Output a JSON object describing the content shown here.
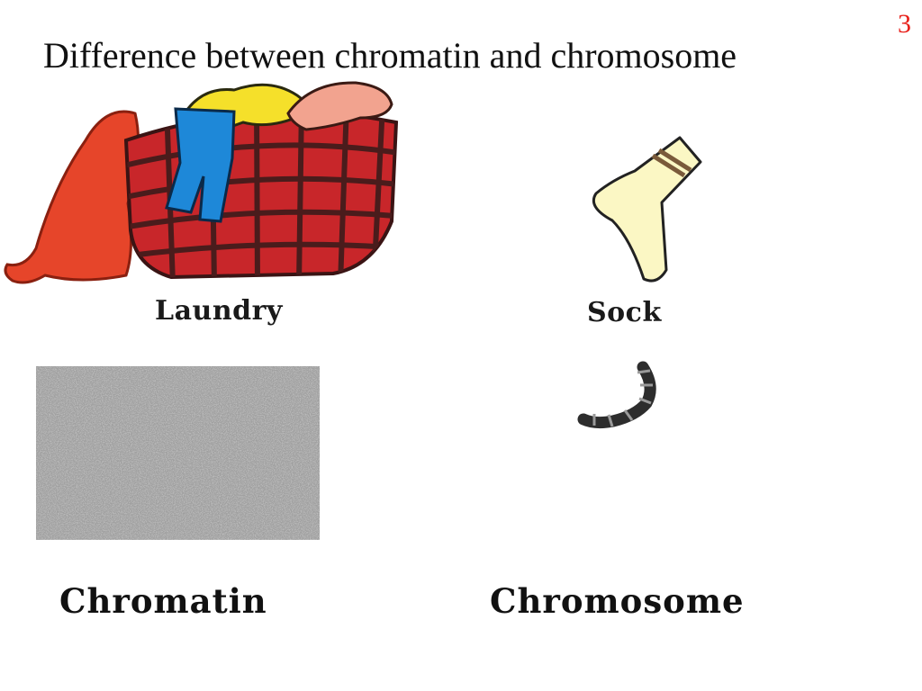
{
  "slide": {
    "number": "3",
    "title": "Difference between chromatin and chromosome"
  },
  "analogy": {
    "laundry_label": "Laundry",
    "sock_label": "Sock"
  },
  "biology": {
    "chromatin_label": "Chromatin",
    "chromosome_label": "Chromosome"
  },
  "icons": {
    "laundry": "laundry-basket-icon",
    "sock": "sock-icon",
    "chromatin": "chromatin-texture",
    "chromosome": "chromosome-icon"
  },
  "colors": {
    "slide_number": "#e8201a",
    "basket": "#c8262a",
    "basket_grid": "#4a1c1c",
    "bag": "#e6452a",
    "shirt": "#f5e02a",
    "pants": "#1e88d8",
    "towel": "#f2a38f",
    "sock": "#fbf7c4",
    "sock_stripe": "#7a5a3a",
    "chromatin_gray": "#a8a8a8",
    "chromosome": "#2d2d2d"
  }
}
